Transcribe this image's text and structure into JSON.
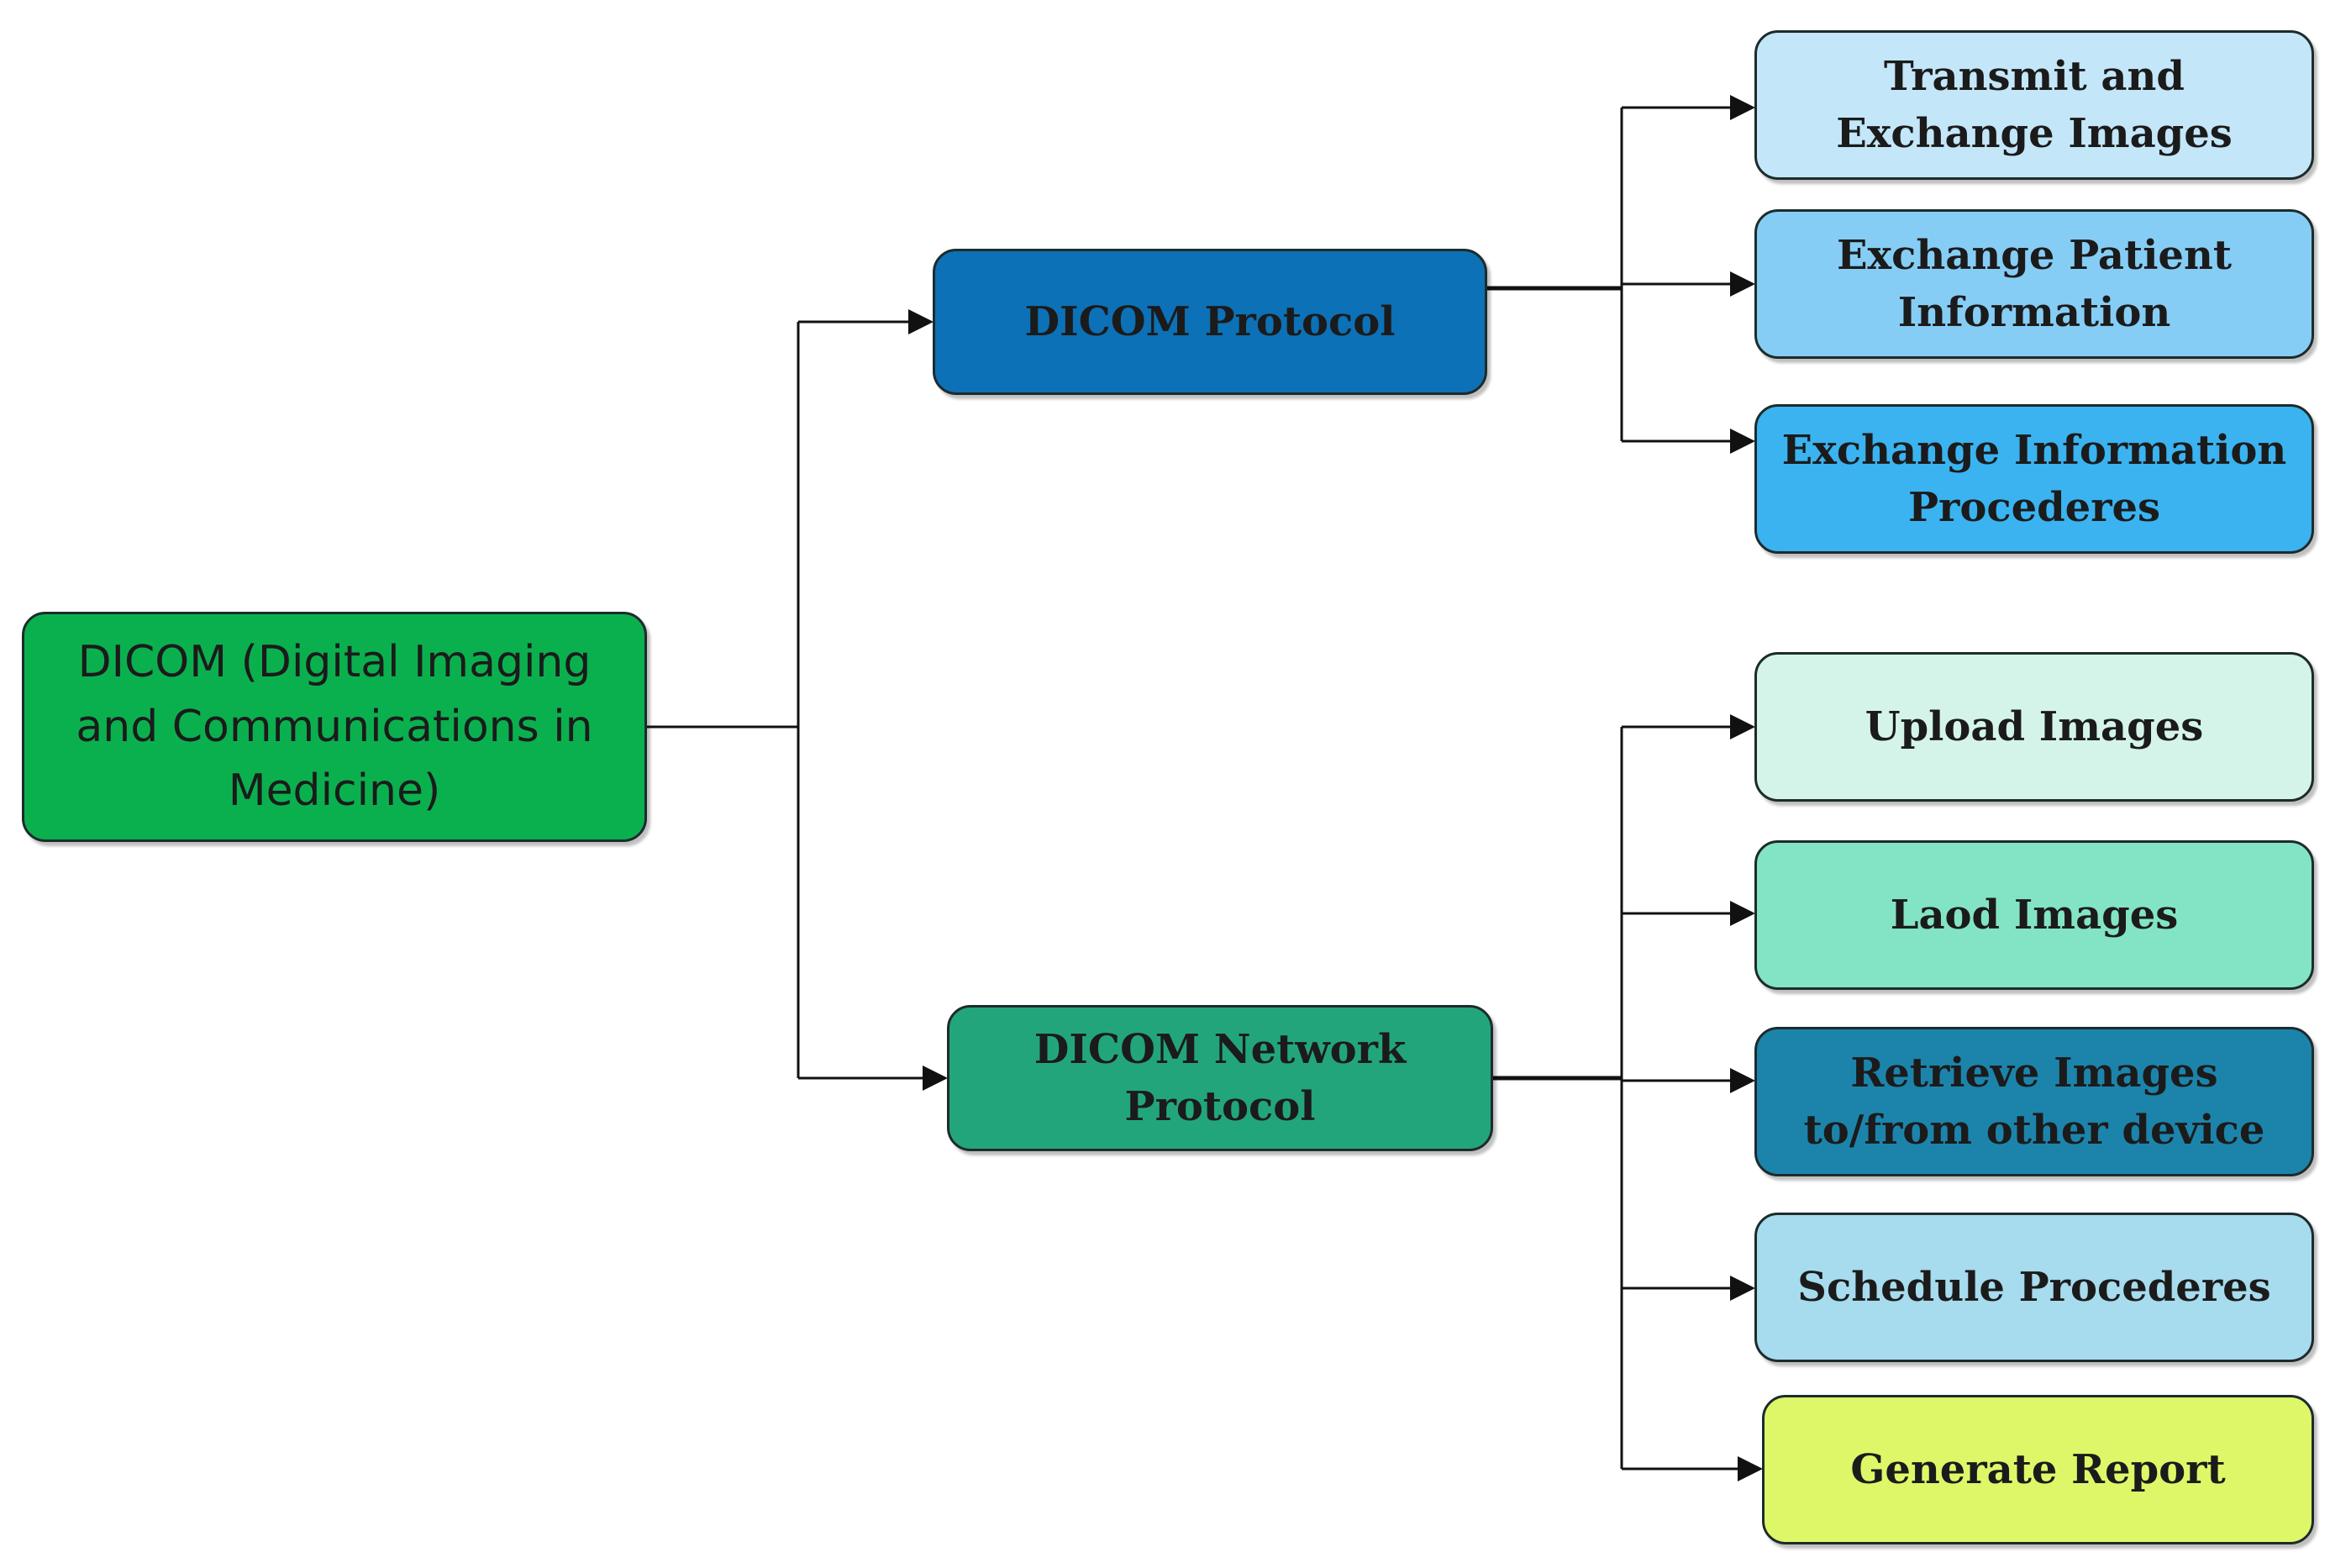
{
  "root": {
    "label": "DICOM (Digital Imaging\nand Communications in\nMedicine)",
    "color": "#0bb04e"
  },
  "branches": [
    {
      "label": "DICOM Protocol",
      "color": "#0c71b6",
      "children": [
        {
          "label": "Transmit and\nExchange Images",
          "color": "#c4e6f9"
        },
        {
          "label": "Exchange Patient\nInformation",
          "color": "#86cdf5"
        },
        {
          "label": "Exchange Information\nProcederes",
          "color": "#3ab3f0"
        }
      ]
    },
    {
      "label": "DICOM Network\nProtocol",
      "color": "#23a57c",
      "children": [
        {
          "label": "Upload Images",
          "color": "#d4f4ea"
        },
        {
          "label": "Laod Images",
          "color": "#83e4c5"
        },
        {
          "label": "Retrieve Images\nto/from other device",
          "color": "#1c84ab"
        },
        {
          "label": "Schedule Procederes",
          "color": "#a7dbee"
        },
        {
          "label": "Generate  Report",
          "color": "#def769"
        }
      ]
    }
  ]
}
